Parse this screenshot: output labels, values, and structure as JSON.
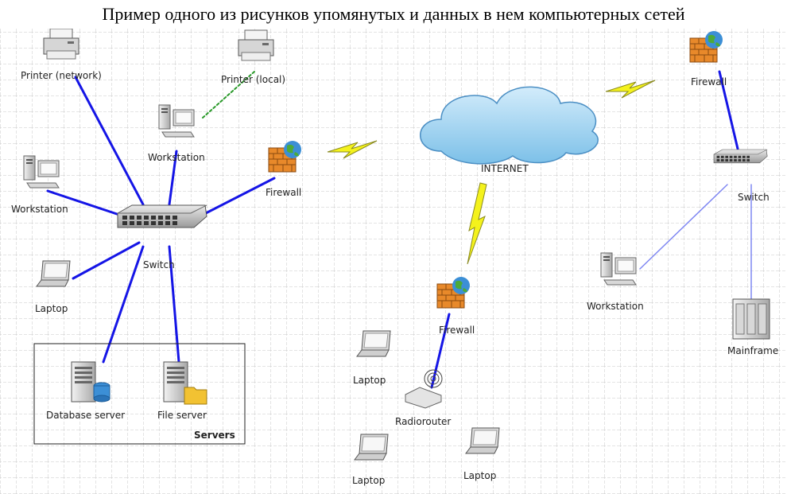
{
  "caption": "Пример одного из рисунков упомянутых и данных в нем компьютерных сетей",
  "colors": {
    "link": "#1515e6",
    "link_thin": "#7f87f2",
    "local_link": "#2a9a2a",
    "grid": "#c8c8c8",
    "lightning": "#f4f21c"
  },
  "labels": {
    "printer_network": "Printer (network)",
    "printer_local": "Printer (local)",
    "workstation_top": "Workstation",
    "workstation_left": "Workstation",
    "firewall_left": "Firewall",
    "switch_main": "Switch",
    "laptop_left": "Laptop",
    "database_server": "Database server",
    "file_server": "File server",
    "servers_group": "Servers",
    "internet": "INTERNET",
    "firewall_right": "Firewall",
    "switch_right": "Switch",
    "workstation_right": "Workstation",
    "mainframe": "Mainframe",
    "firewall_bottom": "Firewall",
    "radiorouter": "Radiorouter",
    "laptop_b1": "Laptop",
    "laptop_b2": "Laptop",
    "laptop_b3": "Laptop"
  }
}
